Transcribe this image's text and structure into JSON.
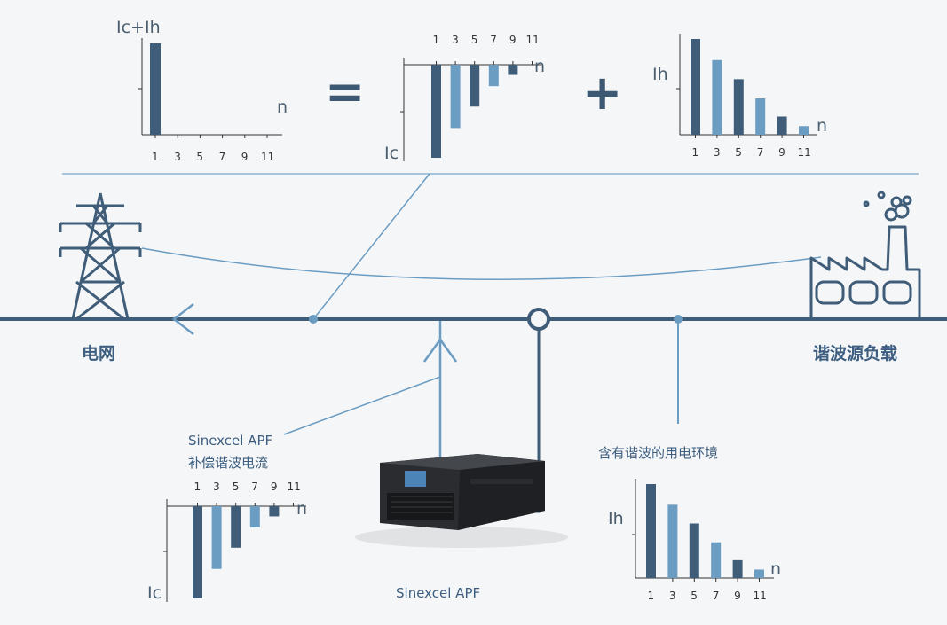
{
  "colors": {
    "dark": "#3f5d79",
    "light": "#6b9cc2",
    "line": "#3f5d79",
    "thin": "#6b9cc2",
    "bg": "#f5f6f7"
  },
  "labels": {
    "grid": "电网",
    "load": "谐波源负载",
    "apf_note_line1": "Sinexcel APF",
    "apf_note_line2": "补偿谐波电流",
    "env": "含有谐波的用电环境",
    "device_caption": "Sinexcel APF",
    "equals": "=",
    "plus": "+"
  },
  "chart_data": [
    {
      "type": "bar",
      "id": "sum",
      "ylabel": "Ic+Ih",
      "xlabel": "n",
      "categories": [
        "1",
        "3",
        "5",
        "7",
        "9",
        "11"
      ],
      "values": [
        1.0,
        0,
        0,
        0,
        0,
        0
      ],
      "ylim": [
        0,
        1
      ]
    },
    {
      "type": "bar",
      "id": "ic-top",
      "ylabel": "Ic",
      "xlabel": "n",
      "categories": [
        "1",
        "3",
        "5",
        "7",
        "9",
        "11"
      ],
      "values": [
        -1.0,
        -0.68,
        -0.45,
        -0.23,
        -0.11
      ],
      "ylim": [
        -1,
        0
      ]
    },
    {
      "type": "bar",
      "id": "ih-top",
      "ylabel": "Ih",
      "xlabel": "n",
      "categories": [
        "1",
        "3",
        "5",
        "7",
        "9",
        "11"
      ],
      "values": [
        1.0,
        0.78,
        0.58,
        0.38,
        0.19,
        0.09
      ],
      "ylim": [
        0,
        1
      ]
    },
    {
      "type": "bar",
      "id": "ic-bottom",
      "ylabel": "Ic",
      "xlabel": "n",
      "categories": [
        "1",
        "3",
        "5",
        "7",
        "9",
        "11"
      ],
      "values": [
        -1.0,
        -0.68,
        -0.45,
        -0.23,
        -0.11
      ],
      "ylim": [
        -1,
        0
      ]
    },
    {
      "type": "bar",
      "id": "ih-bottom",
      "ylabel": "Ih",
      "xlabel": "n",
      "categories": [
        "1",
        "3",
        "5",
        "7",
        "9",
        "11"
      ],
      "values": [
        1.0,
        0.78,
        0.58,
        0.38,
        0.19,
        0.09
      ],
      "ylim": [
        0,
        1
      ]
    }
  ]
}
